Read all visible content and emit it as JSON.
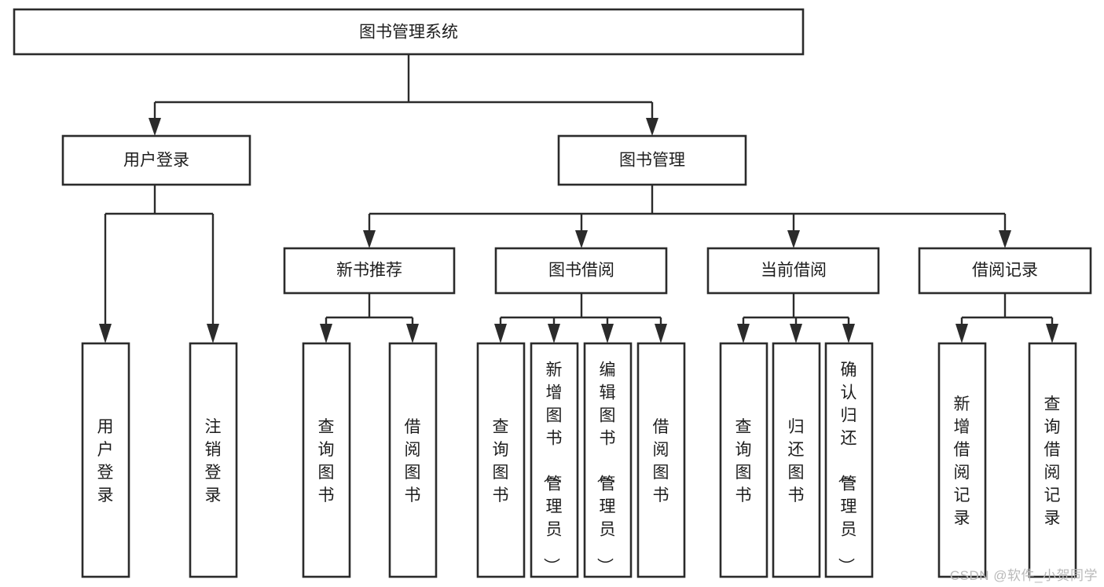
{
  "diagram": {
    "type": "tree",
    "title": "图书管理系统",
    "orientation": "top-down",
    "colors": {
      "box_fill": "#ffffff",
      "box_stroke": "#2b2b2b",
      "connector": "#2b2b2b",
      "text": "#1d1d1d",
      "watermark": "#b9b9b9"
    },
    "levels": {
      "root": "图书管理系统",
      "level2": [
        "用户登录",
        "图书管理"
      ],
      "level3": [
        "新书推荐",
        "图书借阅",
        "当前借阅",
        "借阅记录"
      ]
    },
    "nodes": {
      "root": {
        "label": "图书管理系统"
      },
      "user_login": {
        "label": "用户登录"
      },
      "book_manage": {
        "label": "图书管理"
      },
      "new_book_rec": {
        "label": "新书推荐"
      },
      "book_borrow": {
        "label": "图书借阅"
      },
      "current_borrow": {
        "label": "当前借阅"
      },
      "borrow_record": {
        "label": "借阅记录"
      }
    },
    "leaves": {
      "user_login": [
        {
          "label": "用户登录"
        },
        {
          "label": "注销登录"
        }
      ],
      "new_book_rec": [
        {
          "label": "查询图书"
        },
        {
          "label": "借阅图书"
        }
      ],
      "book_borrow": [
        {
          "label": "查询图书"
        },
        {
          "label": "新增图书（管理员）"
        },
        {
          "label": "编辑图书（管理员）"
        },
        {
          "label": "借阅图书"
        }
      ],
      "current_borrow": [
        {
          "label": "查询图书"
        },
        {
          "label": "归还图书"
        },
        {
          "label": "确认归还（管理员）"
        }
      ],
      "borrow_record": [
        {
          "label": "新增借阅记录"
        },
        {
          "label": "查询借阅记录"
        }
      ]
    },
    "watermark": "CSDN @软件_小贺同学"
  }
}
